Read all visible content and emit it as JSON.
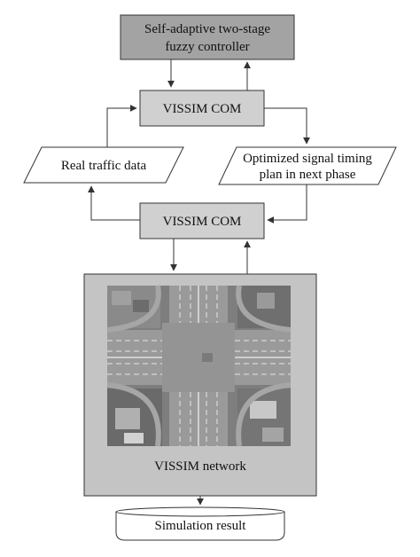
{
  "controller": {
    "line1": "Self-adaptive two-stage",
    "line2": "fuzzy controller"
  },
  "vissim_com_top": {
    "label": "VISSIM COM"
  },
  "real_traffic_data": {
    "label": "Real traffic data"
  },
  "optimized_plan": {
    "line1": "Optimized signal timing",
    "line2": "plan in next phase"
  },
  "vissim_com_bottom": {
    "label": "VISSIM COM"
  },
  "vissim_network": {
    "label": "VISSIM network"
  },
  "simulation_result": {
    "label": "Simulation result"
  },
  "colors": {
    "controller_fill": "#a3a3a3",
    "com_fill": "#d0d0d0",
    "network_fill": "#c4c4c4",
    "node_fill": "#ffffff",
    "stroke": "#333333"
  }
}
